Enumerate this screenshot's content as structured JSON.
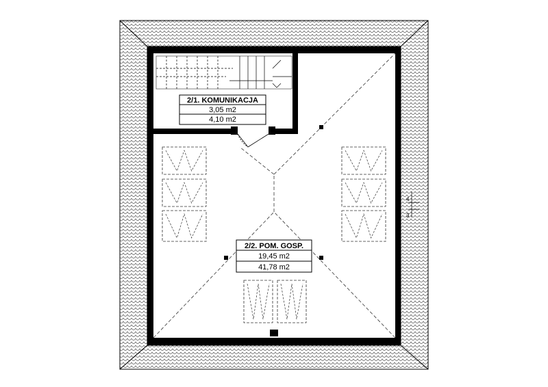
{
  "rooms": [
    {
      "name": "2/1. KOMUNIKACJA",
      "area_net": "3,05 m2",
      "area_gross": "4,10 m2"
    },
    {
      "name": "2/2. POM. GOSP.",
      "area_net": "19,45 m2",
      "area_gross": "41,78 m2"
    }
  ],
  "section_marks": {
    "top": "4",
    "bottom": "3"
  },
  "colors": {
    "wall": "#000000",
    "line": "#333333",
    "tile": "#444444",
    "background": "#ffffff"
  }
}
